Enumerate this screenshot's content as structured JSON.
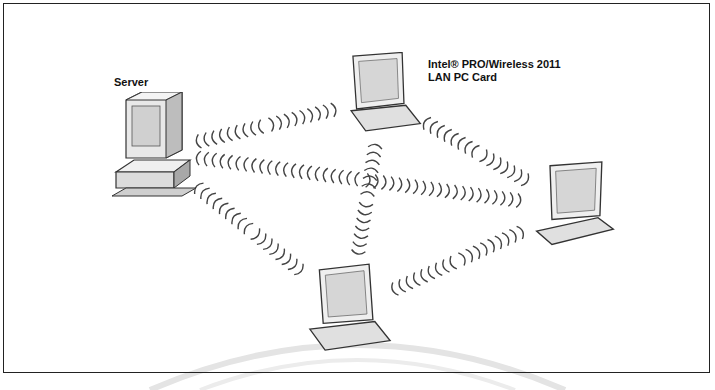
{
  "diagram": {
    "nodes": [
      {
        "text": [
          "Server"
        ]
      },
      {
        "text": [
          "Intel® PRO/Wireless 2011 LAN PC Card"
        ]
      },
      {
        "text": []
      },
      {
        "text": []
      }
    ],
    "edges": [
      {
        "from": 0,
        "to": 1,
        "arrow": "none"
      },
      {
        "from": 0,
        "to": 2,
        "arrow": "none"
      },
      {
        "from": 0,
        "to": 3,
        "arrow": "none"
      },
      {
        "from": 1,
        "to": 3,
        "arrow": "none"
      },
      {
        "from": 1,
        "to": 2,
        "arrow": "none"
      },
      {
        "from": 3,
        "to": 2,
        "arrow": "none"
      }
    ]
  }
}
